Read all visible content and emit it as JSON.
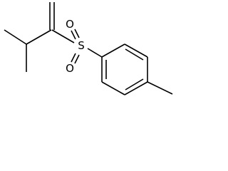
{
  "molecule": {
    "atoms": {
      "sulfur": {
        "symbol": "S"
      },
      "oxygen_top": {
        "symbol": "O"
      },
      "oxygen_bottom": {
        "symbol": "O"
      }
    }
  },
  "colors": {
    "bond": "#000000",
    "label": "#000000",
    "background": "#ffffff"
  }
}
